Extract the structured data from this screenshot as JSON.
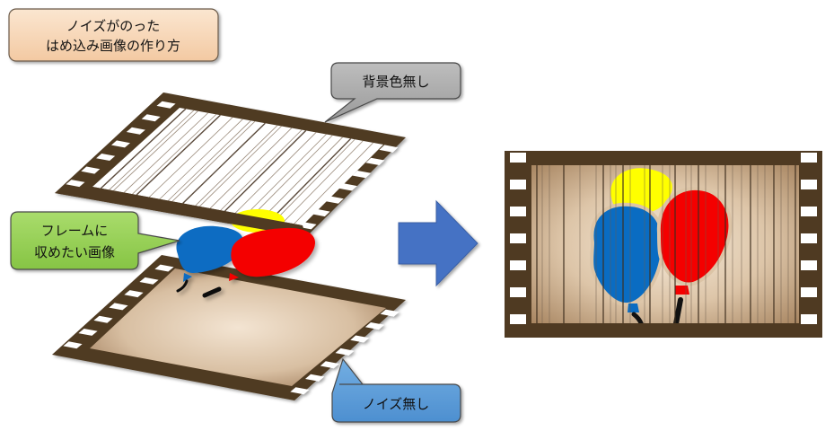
{
  "title_box": {
    "lines": [
      "ノイズがのった",
      "はめ込み画像の作り方"
    ]
  },
  "callouts": {
    "no_background": "背景色無し",
    "frame_image": [
      "フレームに",
      "収めたい画像"
    ],
    "no_noise": "ノイズ無し"
  },
  "colors": {
    "film": "#4f3a22",
    "film_hole": "#ffffff",
    "title_fill": "#f8d8b8",
    "gray_callout": "#a8a8a8",
    "green_callout": "#92d050",
    "blue_callout": "#5b9bd5",
    "arrow": "#4472c4",
    "balloon_blue": "#0a6cc2",
    "balloon_red": "#f40000",
    "balloon_yellow": "#ffff00",
    "sepia_center": "#f3e4d2",
    "sepia_edge": "#a37f5d"
  }
}
